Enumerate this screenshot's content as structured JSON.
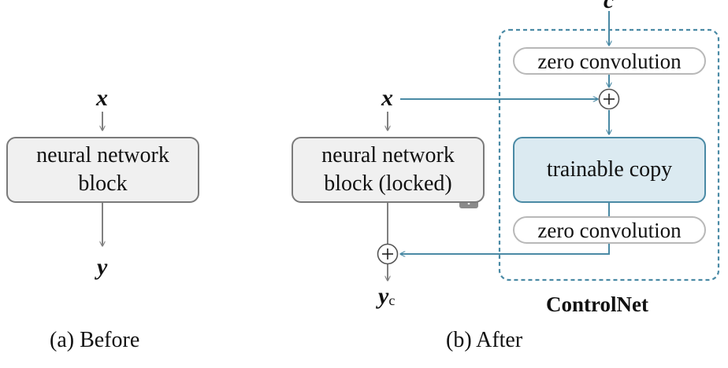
{
  "panel_a": {
    "input_var": "x",
    "block_line1": "neural network",
    "block_line2": "block",
    "output_var": "y",
    "caption": "(a) Before"
  },
  "panel_b": {
    "input_var": "x",
    "block_line1": "neural network",
    "block_line2": "block (locked)",
    "output_var": "y",
    "output_sub": "c",
    "caption": "(b) After"
  },
  "controlnet": {
    "condition_var": "c",
    "zero_conv_top": "zero convolution",
    "trainable_copy": "trainable copy",
    "zero_conv_bottom": "zero convolution",
    "label": "ControlNet"
  },
  "colors": {
    "gray_line": "#808080",
    "blue_line": "#4a8aa5",
    "nn_fill": "#f0f0f0",
    "trainable_fill": "#dbeaf1"
  },
  "icons": {
    "lock": "lock-icon",
    "plus": "plus-circle-icon"
  }
}
